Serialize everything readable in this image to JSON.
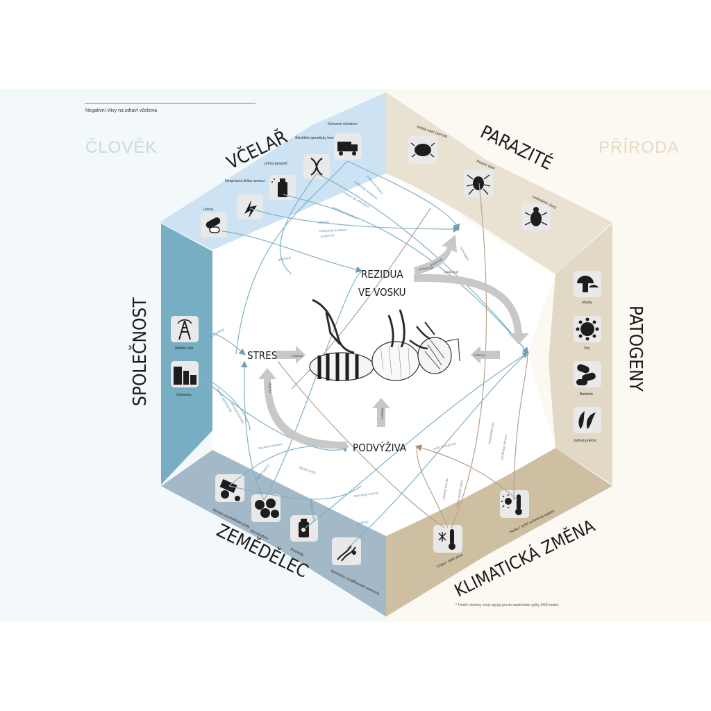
{
  "header": {
    "title": "Negativní vlivy na zdraví včelstva",
    "left_label": "ČLOVĚK",
    "right_label": "PŘÍRODA"
  },
  "sections": {
    "vcelar": {
      "title": "VČELAŘ",
      "items": [
        "Léčiva",
        "Nesprávná léčba nemocí",
        "Léčba parazitů",
        "Šlechtění geneticky homogenní populace",
        "Kočovné včelaření"
      ]
    },
    "spolecnost": {
      "title": "SPOLEČNOST",
      "items": [
        "Mobilní sítě",
        "Zástavba"
      ]
    },
    "zemedelec": {
      "title": "ZEMĚDĚLEC",
      "items": [
        "Úprava zemědělské půdy",
        "Monokultury",
        "Pesticidy",
        "Geneticky modifikované potraviny"
      ]
    },
    "parazite": {
      "title": "PARAZITÉ",
      "items": [
        "Klíštík včelí (varroa)",
        "Roztoč včelí",
        "Lesknáček úlový"
      ]
    },
    "patogeny": {
      "title": "PATOGENY",
      "items": [
        "Houby",
        "Viry",
        "Bakterie",
        "Jednobuněční"
      ]
    },
    "klima": {
      "title": "KLIMATICKÁ ZMĚNA",
      "items": [
        "Chlad / delší zima",
        "Horko / vyšší průměrná teplota"
      ]
    }
  },
  "center": {
    "rezidua_line1": "REZIDUA",
    "rezidua_line2": "VE VOSKU",
    "stres": "STRES",
    "podvyziva": "PODVÝŽIVA"
  },
  "arrow_labels": {
    "oslabuje_1": "oslabuje",
    "oslabuje_2": "oslabuje",
    "oslabuje_3": "oslabuje",
    "zvysuje": "zvyšuje",
    "podporuje_1": "podporuje",
    "podporuje_2": "podporuje",
    "podporuje_3": "podporuje"
  },
  "flow_labels": {
    "f1": "způsobují",
    "f2": "podporují",
    "f3": "oslabují",
    "f4": "podporují rezistenci",
    "f5": "podporují rezistenci",
    "f6": "mohou být přenašeči",
    "f7": "podporuje rezistenci",
    "f8": "podporují mutaci",
    "f9": "způsobují",
    "f10": "mohou způsobovat",
    "f11": "narušují orientaci",
    "f12": "narušují orientaci",
    "f13": "úbytek pastvy",
    "f14": "úbytek květů",
    "f15": "způsobují nemoci",
    "f16": "rozšiřuje",
    "f17": "zhoršuje vitalitu",
    "f18": "vyšší dostupnost",
    "f19": "nedostatek pylu",
    "f20": "prodlužují obnovu",
    "f21": "oslabují imunitu",
    "f22": "kratší období sběru",
    "f23": "nedostatek"
  },
  "footnote": "* Téměř všechny včely opylují jen do nadmořské výšky 3500 metrů.",
  "colors": {
    "vcelar": "#cde3f3",
    "spolecnost": "#78aec3",
    "zemedelec": "#a3b9c8",
    "parazite": "#e9e2d2",
    "patogeny": "#e1d9c6",
    "klima": "#cfbfa2",
    "arrow_gray": "#c8c8c8",
    "flow_blue": "#7fb0c6",
    "flow_brown": "#b5a189"
  }
}
